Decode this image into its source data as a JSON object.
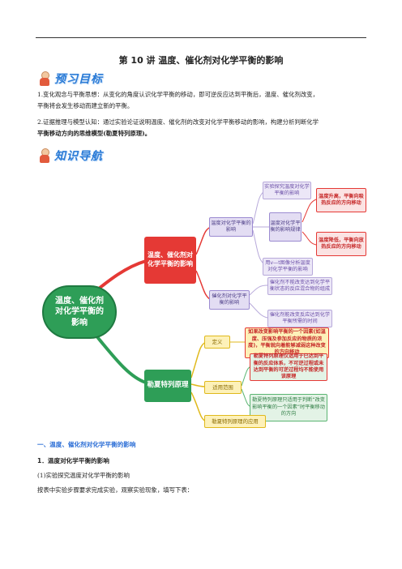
{
  "doc": {
    "title": "第 10 讲  温度、催化剂对化学平衡的影响",
    "section1_badge": "预习目标",
    "goal1_line1": "1.变化观念与平衡思想：从变化的角度认识化学平衡的移动，即可逆反应达到平衡后，温度、催化剂改变，",
    "goal1_line2": "平衡将会发生移动而建立新的平衡。",
    "goal2_line1": "2.证据推理与模型认知：通过实验论证说明温度、催化剂的改变对化学平衡移动的影响，构建分析判断化学",
    "goal2_line2": "平衡移动方向的思维模型(勒夏特列原理)。",
    "section2_badge": "知识导航",
    "heading1": "一、温度、催化剂对化学平衡的影响",
    "heading2": "1．温度对化学平衡的影响",
    "sub1": "(1)实验探究温度对化学平衡的影响",
    "sub2": "按表中实验步骤要求完成实验，观察实验现象，填写下表："
  },
  "mindmap": {
    "center": "温度、催化剂对化学平衡的影响",
    "branch_a": "温度、催化剂对化学平衡的影响",
    "temp": "温度对化学平衡的影响",
    "exp": "实验探究温度对化学平衡的影响",
    "rule": "温度对化学平衡的影响规律",
    "up": "温度升高，平衡向吸热反应的方向移动",
    "down": "温度降低，平衡向放热反应的方向移动",
    "vt": "用v—t图像分析温度对化学平衡的影响",
    "cat": "催化剂对化学平衡的影响",
    "cat1": "催化剂不能改变达到化学平衡状态的反应混合物的组成",
    "cat2": "催化剂能改变反应达到化学平衡所需的时间",
    "branch_b": "勒夏特列原理",
    "def": "定义",
    "def_text": "如果改变影响平衡的一个因素(如温度、压强及参加反应的物质的浓度)，平衡就向着能够减弱这种改变的方向移动",
    "scope": "适用范围",
    "scope1": "勒夏特列原理仅适用于已达到平衡的反应体系，不可逆过程或未达到平衡的可逆过程均不能使用该原理",
    "scope2": "勒夏特列原理只适用于判断“改变影响平衡的一个因素”时平衡移动的方向",
    "apply": "勒夏特列原理的应用"
  },
  "colors": {
    "red": "#e53935",
    "green": "#2e9e57",
    "blue_badge": "#2b7bd6"
  }
}
